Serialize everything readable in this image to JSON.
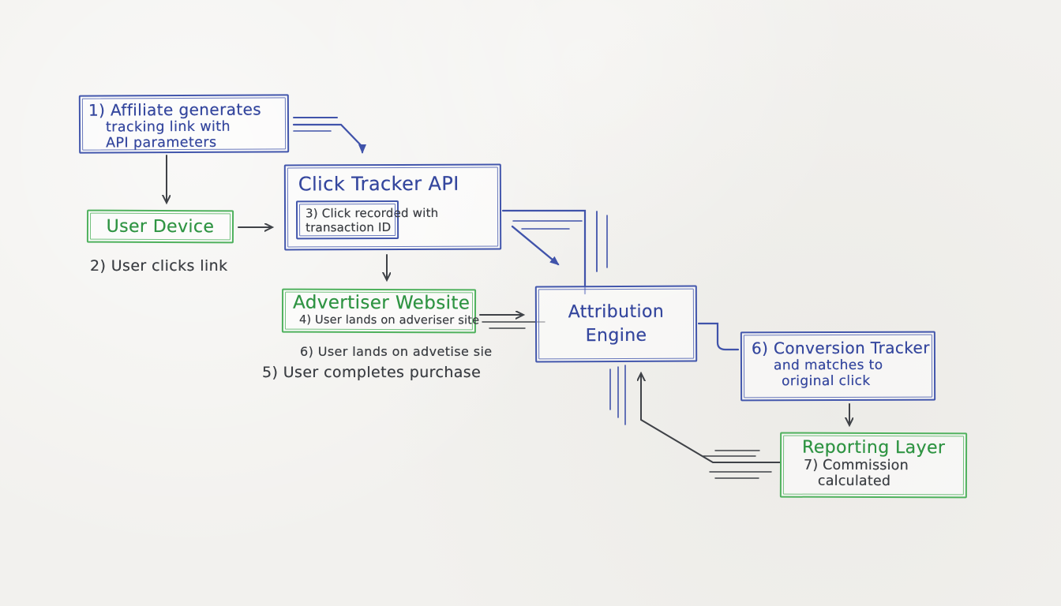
{
  "palette": {
    "paper": "#f2f1ee",
    "blue_ink": "#3a4ca4",
    "green_ink": "#3fa351",
    "dark_ink": "#3b3e43"
  },
  "diagram": {
    "nodes": {
      "affiliate": {
        "lines": [
          "1) Affiliate generates",
          "tracking link with",
          "API parameters"
        ]
      },
      "user_device": {
        "label": "User Device"
      },
      "click_tracker": {
        "title": "Click Tracker API",
        "detail_lines": [
          "3) Click recorded with",
          "transaction ID"
        ]
      },
      "advertiser": {
        "title": "Advertiser Website",
        "detail": "4) User lands on adveriser site"
      },
      "attribution": {
        "lines": [
          "Attribution",
          "Engine"
        ]
      },
      "conversion": {
        "lines": [
          "6) Conversion Tracker",
          "and matches to",
          "original click"
        ]
      },
      "reporting": {
        "title": "Reporting Layer",
        "detail_lines": [
          "7) Commission",
          "calculated"
        ]
      }
    },
    "annotations": {
      "step2": "2) User clicks link",
      "step6": "6) User lands on advetise sie",
      "step5": "5) User completes purchase"
    }
  }
}
